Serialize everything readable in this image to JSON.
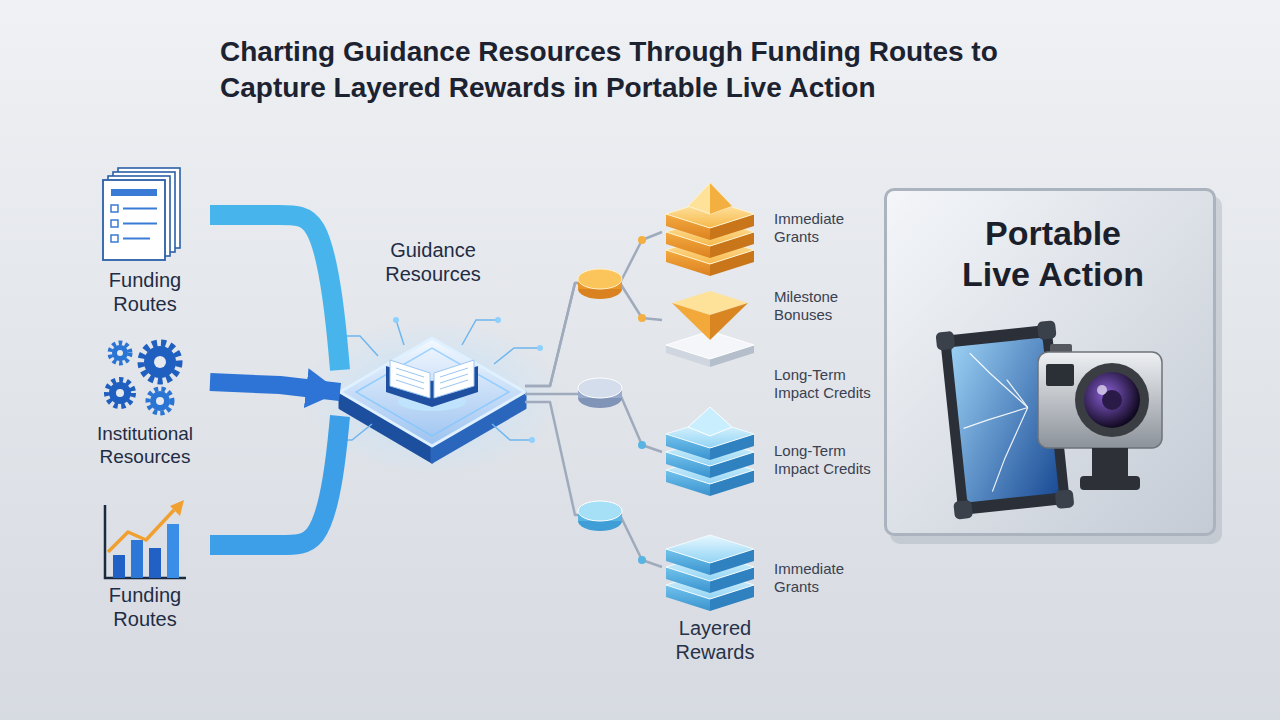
{
  "diagram": {
    "title": "Charting Guidance Resources Through Funding Routes to Capture Layered Rewards in Portable Live Action",
    "nodes": [
      {
        "text": [
          "Funding Routes"
        ]
      },
      {
        "text": [
          "Institutional Resources"
        ]
      },
      {
        "text": [
          "Funding Routes"
        ]
      },
      {
        "text": [
          "Guidance Resources"
        ]
      },
      {
        "text": [
          "Immediate Grants"
        ]
      },
      {
        "text": [
          "Milestone Bonuses",
          "Long-Term Impact Credits"
        ]
      },
      {
        "text": [
          "Long-Term Impact Credits"
        ]
      },
      {
        "text": [
          "Immediate Grants"
        ]
      },
      {
        "text": [
          "Portable Live Action"
        ]
      }
    ],
    "edges": [
      {
        "from": 0,
        "to": 3,
        "arrow": "none"
      },
      {
        "from": 1,
        "to": 3,
        "arrow": "to"
      },
      {
        "from": 2,
        "to": 3,
        "arrow": "none"
      },
      {
        "from": 3,
        "to": 4,
        "arrow": "none"
      },
      {
        "from": 3,
        "to": 5,
        "arrow": "none"
      },
      {
        "from": 3,
        "to": 6,
        "arrow": "none"
      },
      {
        "from": 3,
        "to": 7,
        "arrow": "none"
      }
    ],
    "labels": [
      "Layered Rewards"
    ]
  }
}
